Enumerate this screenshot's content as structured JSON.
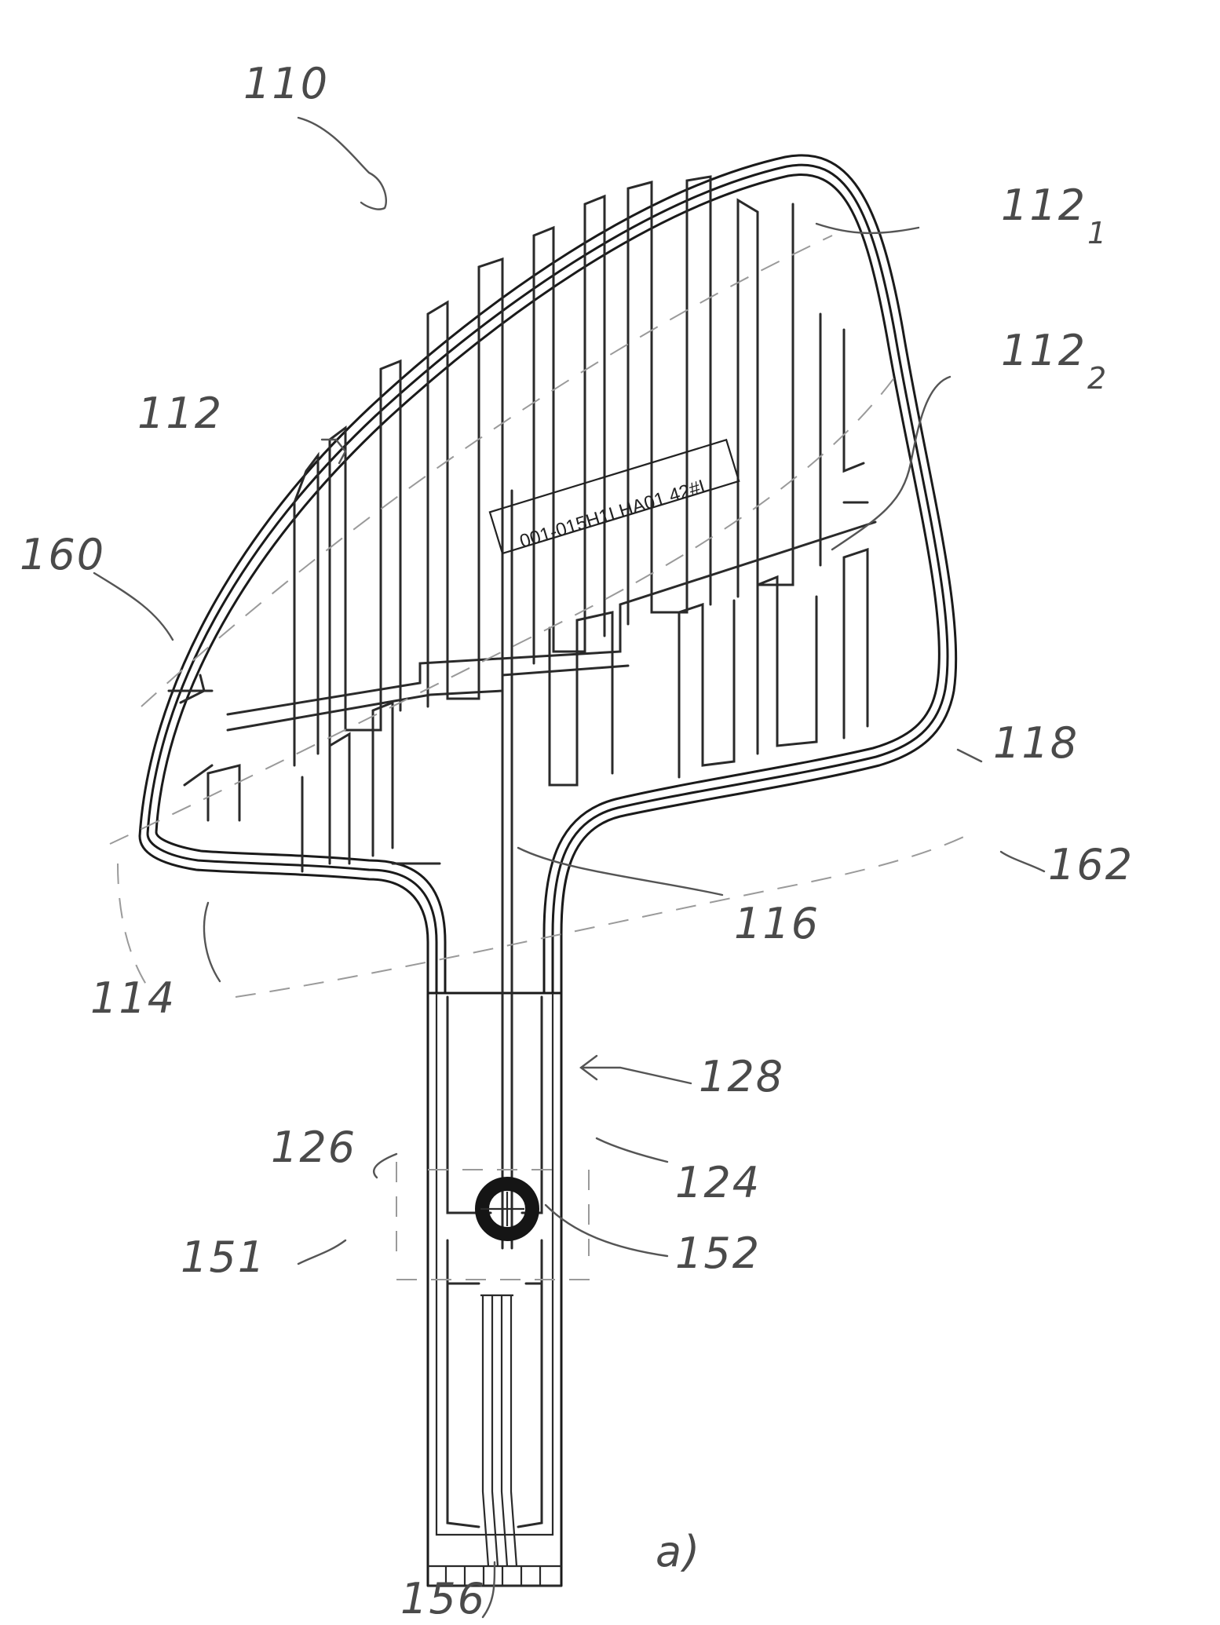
{
  "figure": {
    "caption": "a)",
    "part_code": "001-015H1LHA01 42#L"
  },
  "reference_numerals": {
    "device": "110",
    "heating_pattern": "112",
    "sub_pattern_1": "112",
    "sub_pattern_1_index": "1",
    "sub_pattern_2": "112",
    "sub_pattern_2_index": "2",
    "left_edge": "160",
    "lower_left": "114",
    "center_conductor": "116",
    "right_edge": "118",
    "right_dashed": "162",
    "tail_arrow": "128",
    "left_trace": "126",
    "right_trace": "124",
    "left_bracket": "151",
    "ring_connector": "152",
    "terminals": "156"
  }
}
